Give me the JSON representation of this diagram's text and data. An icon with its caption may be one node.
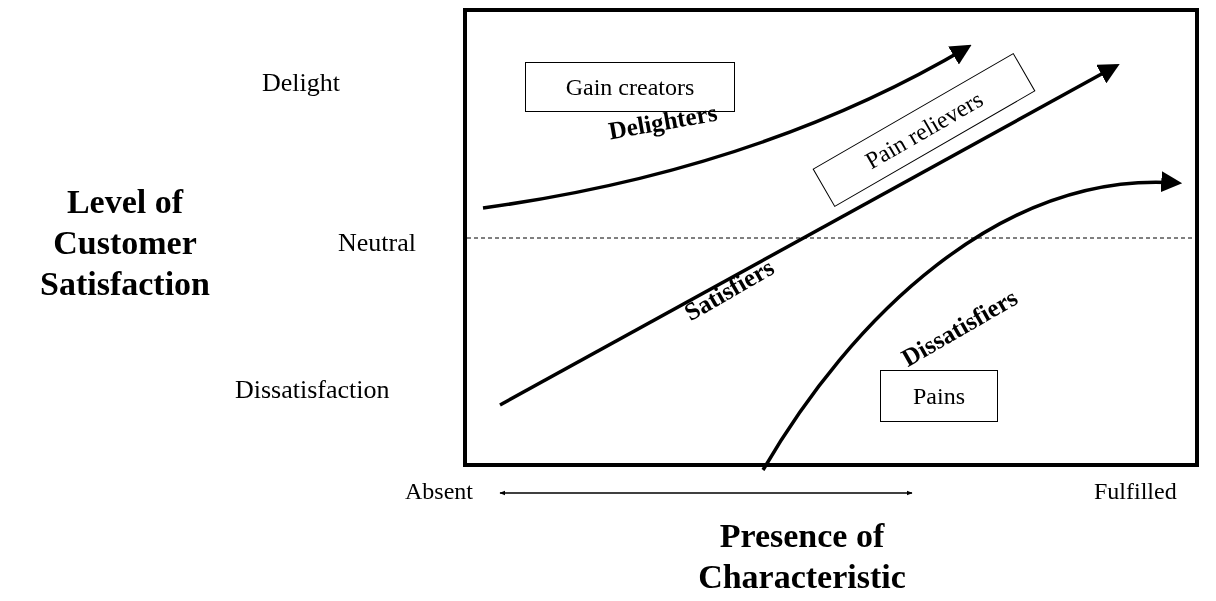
{
  "diagram": {
    "nodes": [
      {
        "text": [
          "Gain creators"
        ]
      },
      {
        "text": [
          "Pain relievers"
        ]
      },
      {
        "text": [
          "Pains"
        ]
      }
    ],
    "labels": [
      "Delight",
      "Level of Customer Satisfaction",
      "Neutral",
      "Dissatisfaction",
      "Delighters",
      "Satisfiers",
      "Dissatisfiers",
      "Absent",
      "Fulfilled",
      "Presence of Characteristic"
    ]
  }
}
